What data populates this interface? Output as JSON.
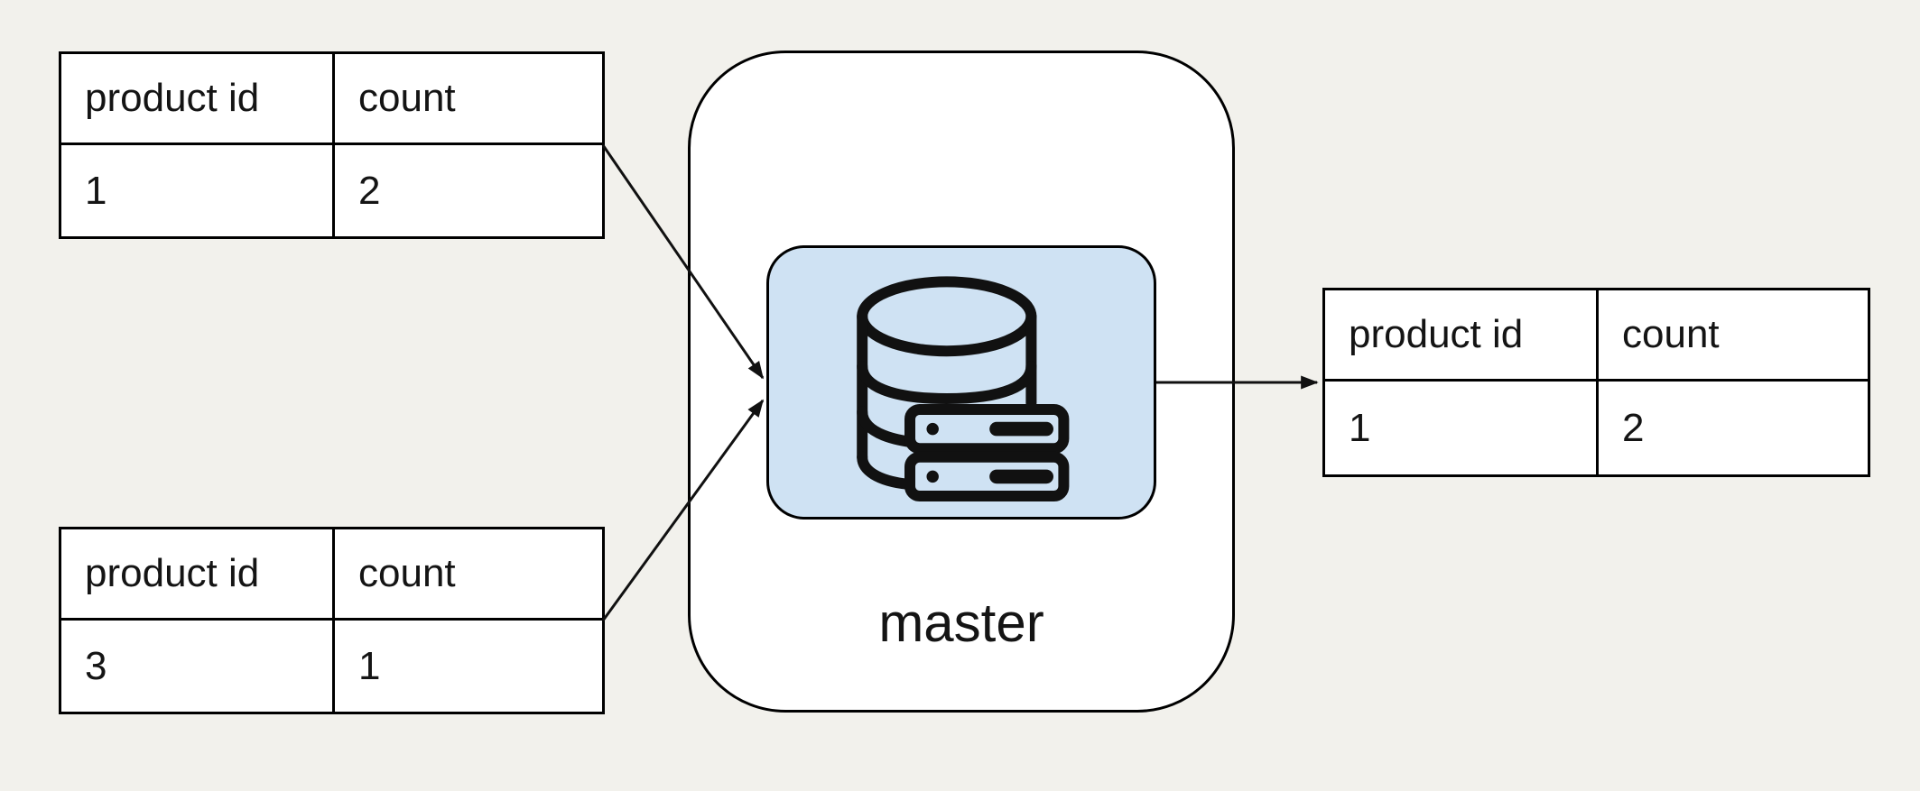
{
  "diagram_title": "",
  "colors": {
    "background": "#f2f1ec",
    "table_fill": "#ffffff",
    "tile_fill": "#cfe2f3",
    "line": "#111111"
  },
  "tables": {
    "input1": {
      "headers": [
        "product id",
        "count"
      ],
      "rows": [
        [
          "1",
          "2"
        ]
      ]
    },
    "input2": {
      "headers": [
        "product id",
        "count"
      ],
      "rows": [
        [
          "3",
          "1"
        ]
      ]
    },
    "output": {
      "headers": [
        "product id",
        "count"
      ],
      "rows": [
        [
          "1",
          "2"
        ]
      ]
    }
  },
  "master": {
    "label": "master",
    "icon": "database-server-icon"
  },
  "edges": [
    {
      "from": "input-table-1",
      "to": "master"
    },
    {
      "from": "input-table-2",
      "to": "master"
    },
    {
      "from": "master",
      "to": "output-table"
    }
  ]
}
